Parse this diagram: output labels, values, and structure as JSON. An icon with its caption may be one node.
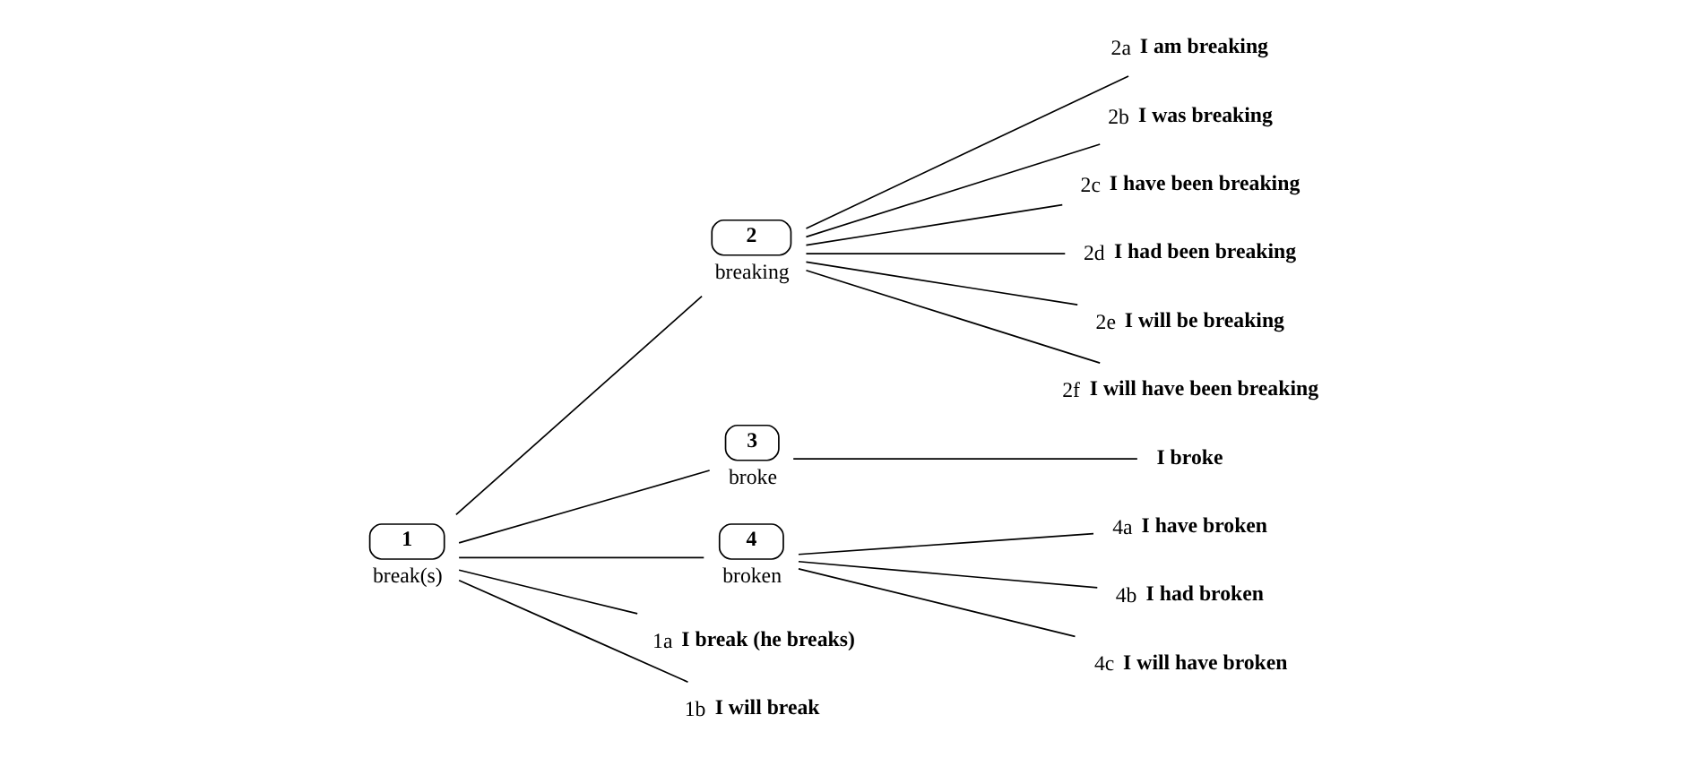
{
  "diagram": {
    "nodes": [
      {
        "text": [
          "1",
          "break(s)"
        ]
      },
      {
        "text": [
          "2",
          "breaking"
        ]
      },
      {
        "text": [
          "3",
          "broke"
        ]
      },
      {
        "text": [
          "4",
          "broken"
        ]
      },
      {
        "text": [
          "2a",
          "I am breaking"
        ]
      },
      {
        "text": [
          "2b",
          "I was breaking"
        ]
      },
      {
        "text": [
          "2c",
          "I have been breaking"
        ]
      },
      {
        "text": [
          "2d",
          "I had been breaking"
        ]
      },
      {
        "text": [
          "2e",
          "I will be breaking"
        ]
      },
      {
        "text": [
          "2f",
          "I will have been breaking"
        ]
      },
      {
        "text": [
          "I broke"
        ]
      },
      {
        "text": [
          "4a",
          "I have broken"
        ]
      },
      {
        "text": [
          "4b",
          "I had broken"
        ]
      },
      {
        "text": [
          "4c",
          "I will have broken"
        ]
      },
      {
        "text": [
          "1a",
          "I break (he breaks)"
        ]
      },
      {
        "text": [
          "1b",
          "I will break"
        ]
      }
    ],
    "edges": [
      {
        "from": 0,
        "to": 1,
        "arrow": "none"
      },
      {
        "from": 0,
        "to": 2,
        "arrow": "none"
      },
      {
        "from": 0,
        "to": 3,
        "arrow": "none"
      },
      {
        "from": 0,
        "to": 14,
        "arrow": "none"
      },
      {
        "from": 0,
        "to": 15,
        "arrow": "none"
      },
      {
        "from": 1,
        "to": 4,
        "arrow": "none"
      },
      {
        "from": 1,
        "to": 5,
        "arrow": "none"
      },
      {
        "from": 1,
        "to": 6,
        "arrow": "none"
      },
      {
        "from": 1,
        "to": 7,
        "arrow": "none"
      },
      {
        "from": 1,
        "to": 8,
        "arrow": "none"
      },
      {
        "from": 1,
        "to": 9,
        "arrow": "none"
      },
      {
        "from": 2,
        "to": 10,
        "arrow": "none"
      },
      {
        "from": 3,
        "to": 11,
        "arrow": "none"
      },
      {
        "from": 3,
        "to": 12,
        "arrow": "none"
      },
      {
        "from": 3,
        "to": 13,
        "arrow": "none"
      }
    ]
  }
}
